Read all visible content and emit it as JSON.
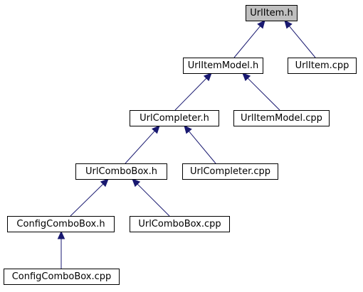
{
  "graph": {
    "nodes": [
      {
        "id": "urlitem_h",
        "label": "UrlItem.h",
        "highlighted": true
      },
      {
        "id": "urlitemmodel_h",
        "label": "UrlItemModel.h"
      },
      {
        "id": "urlitem_cpp",
        "label": "UrlItem.cpp"
      },
      {
        "id": "urlcompleter_h",
        "label": "UrlCompleter.h"
      },
      {
        "id": "urlitemmodel_cpp",
        "label": "UrlItemModel.cpp"
      },
      {
        "id": "urlcombobox_h",
        "label": "UrlComboBox.h"
      },
      {
        "id": "urlcompleter_cpp",
        "label": "UrlCompleter.cpp"
      },
      {
        "id": "configcombobox_h",
        "label": "ConfigComboBox.h"
      },
      {
        "id": "urlcombobox_cpp",
        "label": "UrlComboBox.cpp"
      },
      {
        "id": "configcombobox_cpp",
        "label": "ConfigComboBox.cpp"
      }
    ],
    "edges": [
      {
        "from": "urlitemmodel_h",
        "to": "urlitem_h"
      },
      {
        "from": "urlitem_cpp",
        "to": "urlitem_h"
      },
      {
        "from": "urlcompleter_h",
        "to": "urlitemmodel_h"
      },
      {
        "from": "urlitemmodel_cpp",
        "to": "urlitemmodel_h"
      },
      {
        "from": "urlcombobox_h",
        "to": "urlcompleter_h"
      },
      {
        "from": "urlcompleter_cpp",
        "to": "urlcompleter_h"
      },
      {
        "from": "configcombobox_h",
        "to": "urlcombobox_h"
      },
      {
        "from": "urlcombobox_cpp",
        "to": "urlcombobox_h"
      },
      {
        "from": "configcombobox_cpp",
        "to": "configcombobox_h"
      }
    ]
  },
  "colors": {
    "highlight_fill": "#bfbfbf",
    "node_fill": "#ffffff",
    "node_border": "#000000",
    "edge": "#191970"
  }
}
